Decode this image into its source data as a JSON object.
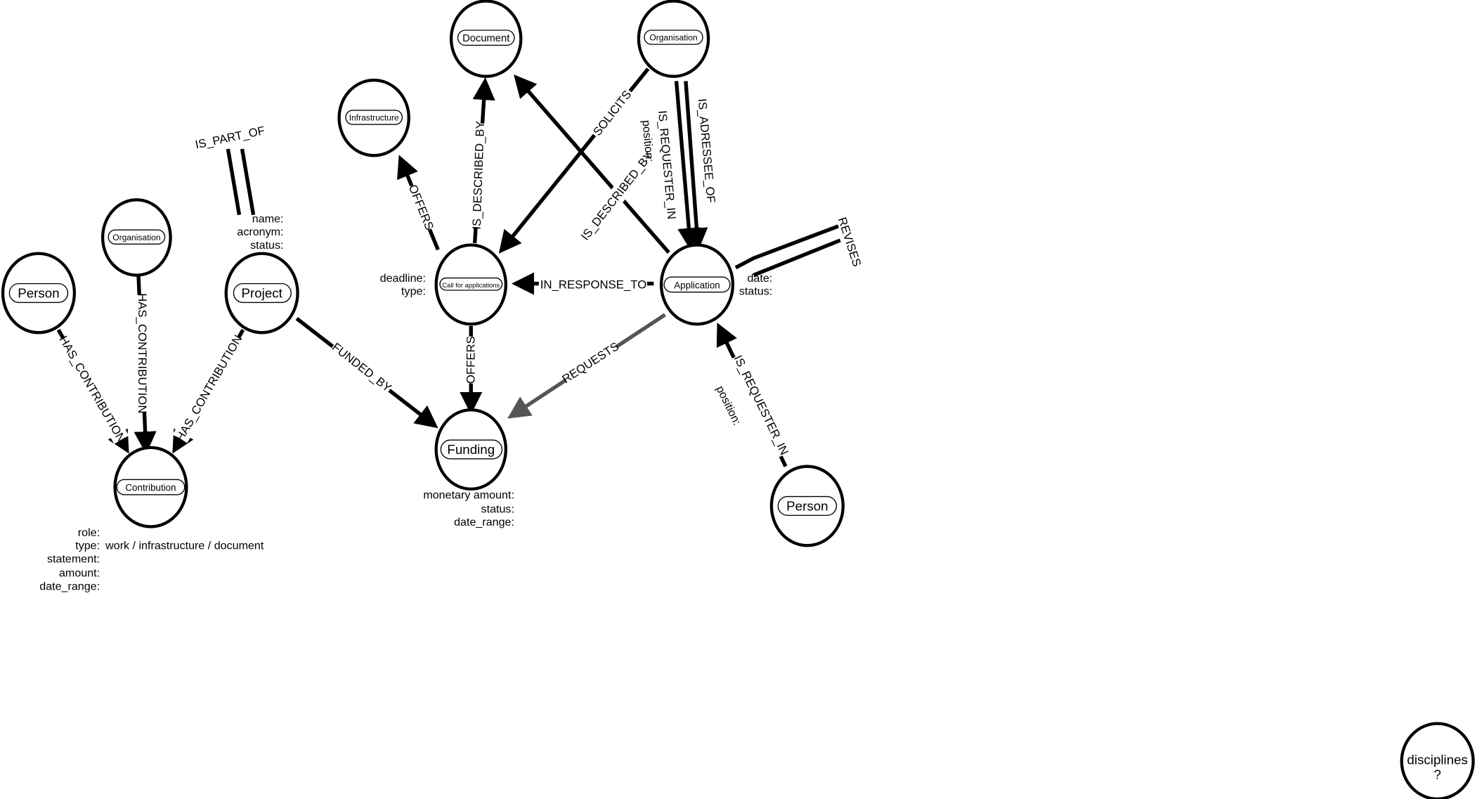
{
  "nodes": {
    "document": {
      "label": "Document"
    },
    "organisation_top": {
      "label": "Organisation"
    },
    "infrastructure": {
      "label": "Infrastructure"
    },
    "call": {
      "label": "Call for applications",
      "props": [
        "deadline:",
        "type:"
      ]
    },
    "application": {
      "label": "Application",
      "props": [
        "date:",
        "status:"
      ]
    },
    "organisation_left": {
      "label": "Organisation"
    },
    "person_left": {
      "label": "Person"
    },
    "project": {
      "label": "Project",
      "props": [
        "name:",
        "acronym:",
        "status:"
      ]
    },
    "contribution": {
      "label": "Contribution",
      "props": [
        "role:",
        "type:",
        "statement:",
        "amount:",
        "date_range:"
      ],
      "type_value": "work / infrastructure / document"
    },
    "funding": {
      "label": "Funding",
      "props": [
        "monetary amount:",
        "status:",
        "date_range:"
      ]
    },
    "person_right": {
      "label": "Person"
    },
    "disciplines": {
      "label": "disciplines",
      "sub": "?"
    }
  },
  "edges": {
    "person_contribution": "HAS_CONTRIBUTION",
    "org_contribution": "HAS_CONTRIBUTION",
    "project_contribution": "HAS_CONTRIBUTION",
    "project_funding": "FUNDED_BY",
    "project_part_of": "IS_PART_OF",
    "call_infrastructure": "OFFERS",
    "call_document": "IS_DESCRIBED_BY",
    "org_call": "SOLICITS",
    "application_document": "IS_DESCRIBED_BY",
    "org_application_requester": "IS_REQUESTER_IN",
    "org_application_requester_prop": "position:",
    "org_application_addressee": "IS_ADRESSEE_OF",
    "application_call": "IN_RESPONSE_TO",
    "call_funding": "OFFERS",
    "application_funding": "REQUESTS",
    "person_application": "IS_REQUESTER_IN",
    "person_application_prop": "position:",
    "application_revises": "REVISES"
  },
  "colors": {
    "stroke": "#000000",
    "requests_edge": "#555555"
  }
}
